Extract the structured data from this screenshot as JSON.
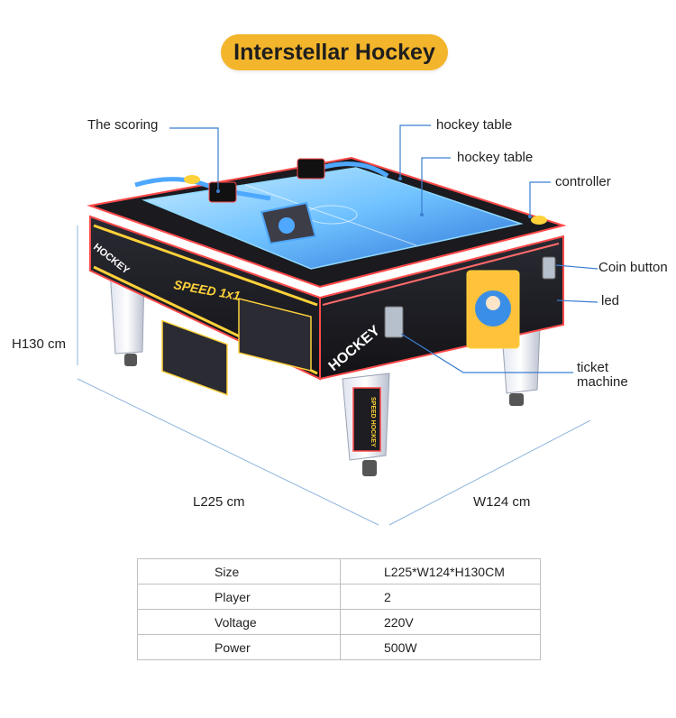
{
  "title": "Interstellar Hockey",
  "callouts": {
    "scoring": "The scoring",
    "hockey_table_1": "hockey table",
    "hockey_table_2": "hockey table",
    "controller": "controller",
    "coin_button": "Coin button",
    "led": "led",
    "ticket_line1": "ticket",
    "ticket_line2": "machine"
  },
  "dimensions": {
    "height": "H130 cm",
    "length": "L225 cm",
    "width": "W124 cm"
  },
  "machine_art": {
    "left_side_text": "HOCKEY",
    "front_text": "HOCKEY",
    "speed_text": "SPEED 1x1",
    "leg_text": "SPEED HOCKEY"
  },
  "specs": [
    {
      "key": "Size",
      "value": "L225*W124*H130CM"
    },
    {
      "key": "Player",
      "value": "2"
    },
    {
      "key": "Voltage",
      "value": "220V"
    },
    {
      "key": "Power",
      "value": "500W"
    }
  ],
  "colors": {
    "title_pill": "#f3b52b",
    "leader_line": "#3b7fd0",
    "dimension_line": "#8fb5dc",
    "cabinet": "#1d1d22",
    "led_red": "#ff4a4a",
    "led_yellow": "#ffd23a",
    "table_blue": "#4fa8ff"
  }
}
